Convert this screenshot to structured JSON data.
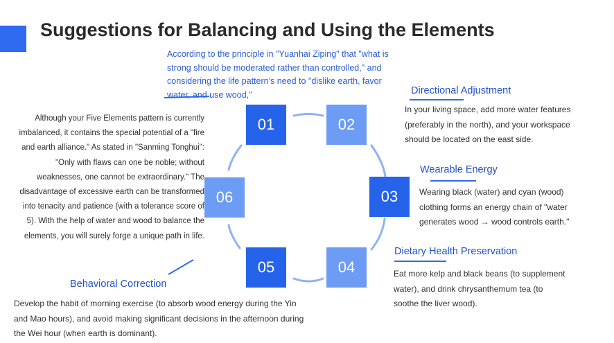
{
  "title": "Suggestions for Balancing and Using the Elements",
  "intro": "According to the principle in \"Yuanhai Ziping\" that \"what is strong should be moderated rather than controlled,\" and considering the life pattern's need to \"dislike earth, favor water, and use wood,\"",
  "left_paragraph": "Although your Five Elements pattern is currently imbalanced, it contains the special potential of a \"fire and earth alliance.\" As stated in \"Sanming Tonghui\": \"Only with flaws can one be noble; without weaknesses, one cannot be extraordinary.\" The disadvantage of excessive earth can be transformed into tenacity and patience (with a tolerance score of 5). With the help of water and wood to balance the elements, you will surely forge a unique path in life.",
  "boxes": [
    "01",
    "02",
    "03",
    "04",
    "05",
    "06"
  ],
  "sections": {
    "directional": {
      "heading": "Directional Adjustment",
      "text": "In your living space, add more water features (preferably in the north), and your workspace should be located on the east side."
    },
    "wearable": {
      "heading": "Wearable Energy",
      "text": "Wearing black (water) and cyan (wood) clothing forms an energy chain of \"water generates wood → wood controls earth.\""
    },
    "dietary": {
      "heading": "Dietary Health Preservation",
      "text": "Eat more kelp and black beans (to supplement water), and drink chrysanthemum tea (to soothe the liver wood)."
    },
    "behavioral": {
      "heading": "Behavioral Correction",
      "text": "Develop the habit of morning exercise (to absorb wood energy during the Yin and Mao hours), and avoid making significant decisions in the afternoon during the Wei hour (when earth is dominant)."
    }
  },
  "colors": {
    "accent": "#2e6bf0",
    "box_dark": "#2563eb",
    "box_light": "#6d9cf5",
    "heading": "#1f4fc7"
  }
}
